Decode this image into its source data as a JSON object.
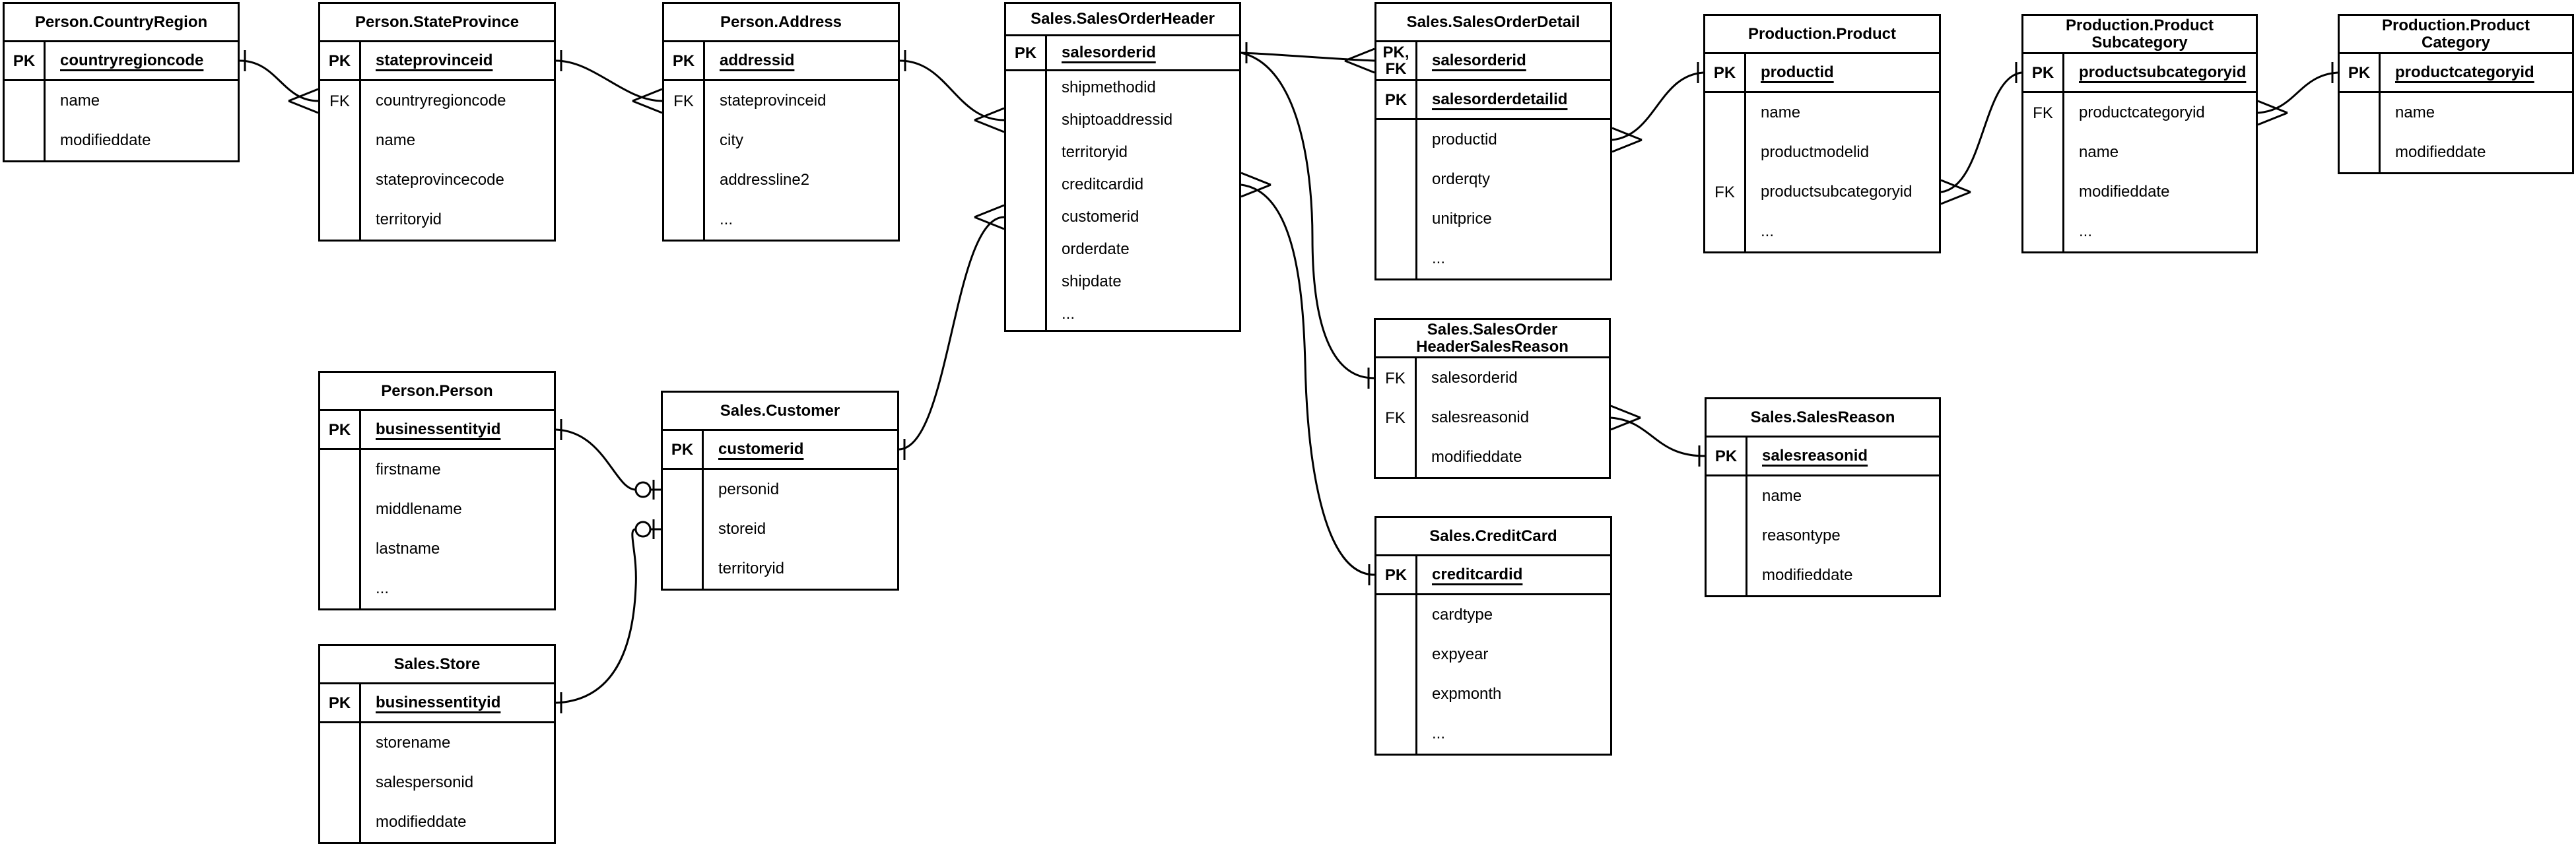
{
  "colors": {
    "line": "#000000",
    "background": "#ffffff"
  },
  "tables": [
    {
      "id": "person-countryregion",
      "title": "Person.CountryRegion",
      "keys": [
        {
          "key": "PK",
          "label": "countryregioncode"
        }
      ],
      "attrs": [
        {
          "key": "",
          "label": "name"
        },
        {
          "key": "",
          "label": "modifieddate"
        }
      ]
    },
    {
      "id": "person-stateprovince",
      "title": "Person.StateProvince",
      "keys": [
        {
          "key": "PK",
          "label": "stateprovinceid"
        }
      ],
      "attrs": [
        {
          "key": "FK",
          "label": "countryregioncode"
        },
        {
          "key": "",
          "label": "name"
        },
        {
          "key": "",
          "label": "stateprovincecode"
        },
        {
          "key": "",
          "label": "territoryid"
        }
      ]
    },
    {
      "id": "person-address",
      "title": "Person.Address",
      "keys": [
        {
          "key": "PK",
          "label": "addressid"
        }
      ],
      "attrs": [
        {
          "key": "FK",
          "label": "stateprovinceid"
        },
        {
          "key": "",
          "label": "city"
        },
        {
          "key": "",
          "label": "addressline2"
        },
        {
          "key": "",
          "label": "..."
        }
      ]
    },
    {
      "id": "sales-salesorderheader",
      "title": "Sales.SalesOrderHeader",
      "keys": [
        {
          "key": "PK",
          "label": "salesorderid"
        }
      ],
      "attrs": [
        {
          "key": "",
          "label": "shipmethodid"
        },
        {
          "key": "",
          "label": "shiptoaddressid"
        },
        {
          "key": "",
          "label": "territoryid"
        },
        {
          "key": "",
          "label": "creditcardid"
        },
        {
          "key": "",
          "label": "customerid"
        },
        {
          "key": "",
          "label": "orderdate"
        },
        {
          "key": "",
          "label": "shipdate"
        },
        {
          "key": "",
          "label": "..."
        }
      ]
    },
    {
      "id": "sales-salesorderdetail",
      "title": "Sales.SalesOrderDetail",
      "keys": [
        {
          "key": "PK,\nFK",
          "label": "salesorderid"
        },
        {
          "key": "PK",
          "label": "salesorderdetailid"
        }
      ],
      "attrs": [
        {
          "key": "",
          "label": "productid"
        },
        {
          "key": "",
          "label": "orderqty"
        },
        {
          "key": "",
          "label": "unitprice"
        },
        {
          "key": "",
          "label": "..."
        }
      ]
    },
    {
      "id": "production-product",
      "title": "Production.Product",
      "keys": [
        {
          "key": "PK",
          "label": "productid"
        }
      ],
      "attrs": [
        {
          "key": "",
          "label": "name"
        },
        {
          "key": "",
          "label": "productmodelid"
        },
        {
          "key": "FK",
          "label": "productsubcategoryid"
        },
        {
          "key": "",
          "label": "..."
        }
      ]
    },
    {
      "id": "production-productsubcategory",
      "title": "Production.Product\nSubcategory",
      "keys": [
        {
          "key": "PK",
          "label": "productsubcategoryid"
        }
      ],
      "attrs": [
        {
          "key": "FK",
          "label": "productcategoryid"
        },
        {
          "key": "",
          "label": "name"
        },
        {
          "key": "",
          "label": "modifieddate"
        },
        {
          "key": "",
          "label": "..."
        }
      ]
    },
    {
      "id": "production-productcategory",
      "title": "Production.Product\nCategory",
      "keys": [
        {
          "key": "PK",
          "label": "productcategoryid"
        }
      ],
      "attrs": [
        {
          "key": "",
          "label": "name"
        },
        {
          "key": "",
          "label": "modifieddate"
        }
      ]
    },
    {
      "id": "person-person",
      "title": "Person.Person",
      "keys": [
        {
          "key": "PK",
          "label": "businessentityid"
        }
      ],
      "attrs": [
        {
          "key": "",
          "label": "firstname"
        },
        {
          "key": "",
          "label": "middlename"
        },
        {
          "key": "",
          "label": "lastname"
        },
        {
          "key": "",
          "label": "..."
        }
      ]
    },
    {
      "id": "sales-customer",
      "title": "Sales.Customer",
      "keys": [
        {
          "key": "PK",
          "label": "customerid"
        }
      ],
      "attrs": [
        {
          "key": "",
          "label": "personid"
        },
        {
          "key": "",
          "label": "storeid"
        },
        {
          "key": "",
          "label": "territoryid"
        }
      ]
    },
    {
      "id": "sales-store",
      "title": "Sales.Store",
      "keys": [
        {
          "key": "PK",
          "label": "businessentityid"
        }
      ],
      "attrs": [
        {
          "key": "",
          "label": "storename"
        },
        {
          "key": "",
          "label": "salespersonid"
        },
        {
          "key": "",
          "label": "modifieddate"
        }
      ]
    },
    {
      "id": "sales-salesorderheadersalesreason",
      "title": "Sales.SalesOrder\nHeaderSalesReason",
      "keys": [],
      "attrs": [
        {
          "key": "FK",
          "label": "salesorderid"
        },
        {
          "key": "FK",
          "label": "salesreasonid"
        },
        {
          "key": "",
          "label": "modifieddate"
        }
      ]
    },
    {
      "id": "sales-salesreason",
      "title": "Sales.SalesReason",
      "keys": [
        {
          "key": "PK",
          "label": "salesreasonid"
        }
      ],
      "attrs": [
        {
          "key": "",
          "label": "name"
        },
        {
          "key": "",
          "label": "reasontype"
        },
        {
          "key": "",
          "label": "modifieddate"
        }
      ]
    },
    {
      "id": "sales-creditcard",
      "title": "Sales.CreditCard",
      "keys": [
        {
          "key": "PK",
          "label": "creditcardid"
        }
      ],
      "attrs": [
        {
          "key": "",
          "label": "cardtype"
        },
        {
          "key": "",
          "label": "expyear"
        },
        {
          "key": "",
          "label": "expmonth"
        },
        {
          "key": "",
          "label": "..."
        }
      ]
    }
  ],
  "relationships": [
    {
      "from": "Person.CountryRegion.countryregioncode",
      "to": "Person.StateProvince.countryregioncode",
      "from_end": "one",
      "to_end": "many"
    },
    {
      "from": "Person.StateProvince.stateprovinceid",
      "to": "Person.Address.stateprovinceid",
      "from_end": "one",
      "to_end": "many"
    },
    {
      "from": "Person.Address.addressid",
      "to": "Sales.SalesOrderHeader.shiptoaddressid",
      "from_end": "one",
      "to_end": "many"
    },
    {
      "from": "Sales.Customer.customerid",
      "to": "Sales.SalesOrderHeader.customerid",
      "from_end": "one",
      "to_end": "many"
    },
    {
      "from": "Sales.SalesOrderHeader.salesorderid",
      "to": "Sales.SalesOrderDetail.salesorderid",
      "from_end": "one",
      "to_end": "many"
    },
    {
      "from": "Sales.SalesOrderHeader.salesorderid",
      "to": "Sales.SalesOrderHeaderSalesReason.salesorderid",
      "from_end": "one",
      "to_end": "one"
    },
    {
      "from": "Sales.CreditCard.creditcardid",
      "to": "Sales.SalesOrderHeader.creditcardid",
      "from_end": "one",
      "to_end": "many"
    },
    {
      "from": "Production.Product.productid",
      "to": "Sales.SalesOrderDetail.productid",
      "from_end": "one",
      "to_end": "many"
    },
    {
      "from": "Production.ProductSubcategory.productsubcategoryid",
      "to": "Production.Product.productsubcategoryid",
      "from_end": "one",
      "to_end": "many"
    },
    {
      "from": "Production.ProductCategory.productcategoryid",
      "to": "Production.ProductSubcategory.productcategoryid",
      "from_end": "one",
      "to_end": "many"
    },
    {
      "from": "Sales.SalesReason.salesreasonid",
      "to": "Sales.SalesOrderHeaderSalesReason.salesreasonid",
      "from_end": "one",
      "to_end": "many"
    },
    {
      "from": "Person.Person.businessentityid",
      "to": "Sales.Customer.personid",
      "from_end": "one",
      "to_end": "zero-or-one"
    },
    {
      "from": "Sales.Store.businessentityid",
      "to": "Sales.Customer.storeid",
      "from_end": "one",
      "to_end": "zero-or-one"
    }
  ]
}
